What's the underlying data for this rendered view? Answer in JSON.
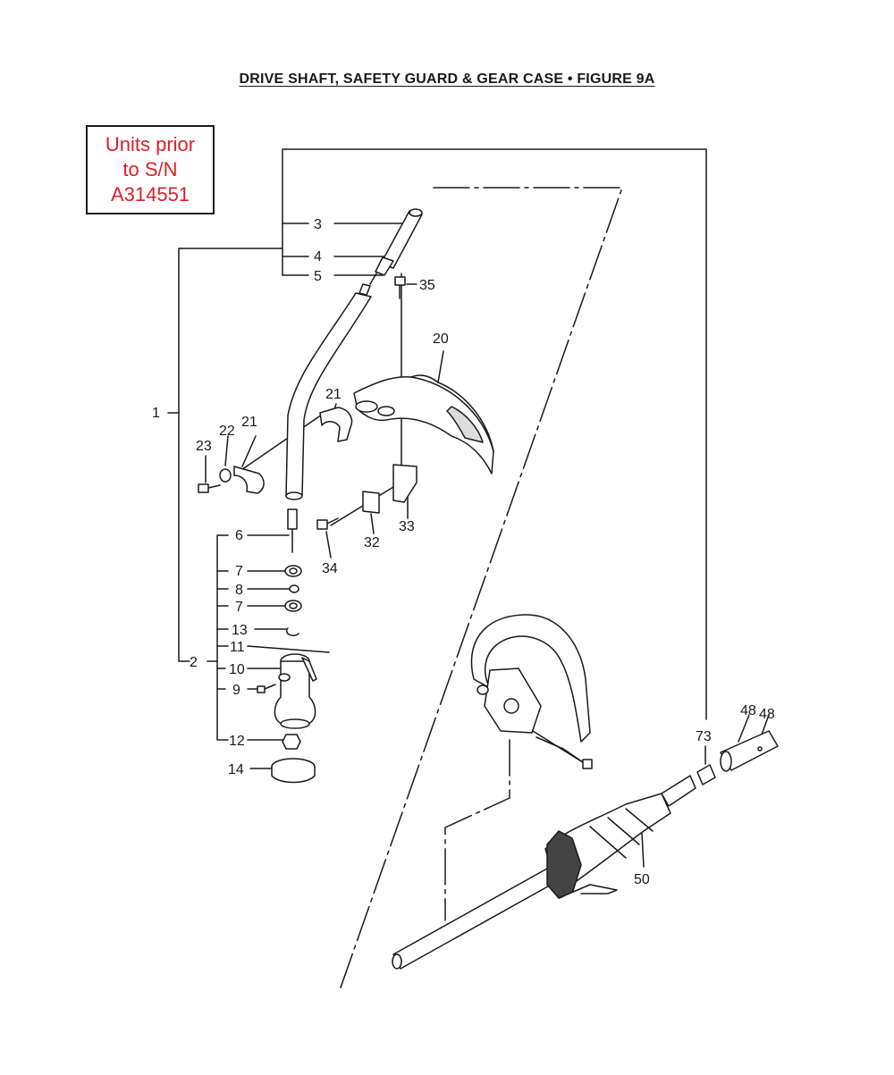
{
  "title": "DRIVE SHAFT, SAFETY GUARD & GEAR CASE  •  FIGURE 9A",
  "notice": {
    "lines": [
      "Units prior",
      "to S/N",
      "A314551"
    ],
    "color": "#e0202a"
  },
  "callouts": {
    "c1": "1",
    "c2": "2",
    "c3": "3",
    "c4": "4",
    "c5": "5",
    "c6": "6",
    "c7a": "7",
    "c7b": "7",
    "c8": "8",
    "c9": "9",
    "c10": "10",
    "c11": "11",
    "c12": "12",
    "c13": "13",
    "c14": "14",
    "c20": "20",
    "c21a": "21",
    "c21b": "21",
    "c22": "22",
    "c23": "23",
    "c32": "32",
    "c33": "33",
    "c34": "34",
    "c35": "35",
    "c48a": "48",
    "c48b": "48",
    "c50": "50",
    "c73": "73"
  }
}
